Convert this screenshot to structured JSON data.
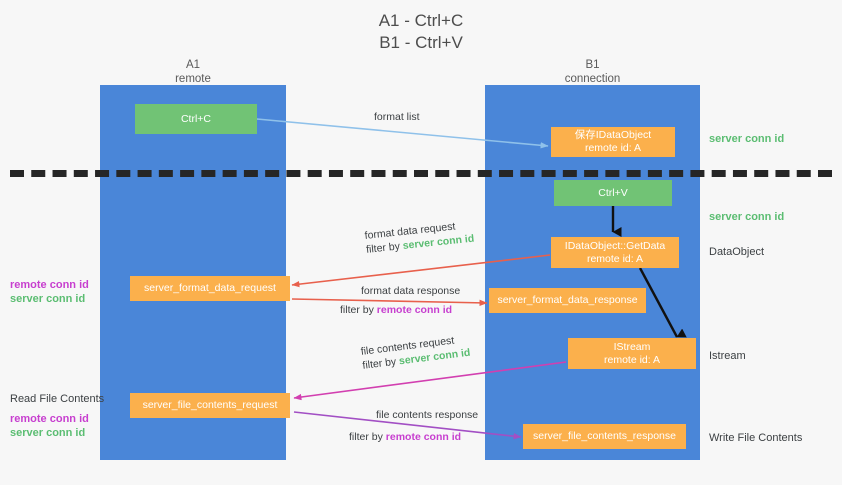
{
  "title": {
    "line1": "A1 - Ctrl+C",
    "line2": "B1 - Ctrl+V"
  },
  "columns": [
    {
      "id": "a1",
      "name": "A1",
      "role": "remote"
    },
    {
      "id": "b1",
      "name": "B1",
      "role": "connection"
    }
  ],
  "nodes": [
    {
      "id": "ctrl-c",
      "label": "Ctrl+C",
      "color": "green"
    },
    {
      "id": "save-idataobject",
      "label": "保存IDataObject\nremote id: A",
      "color": "orange"
    },
    {
      "id": "ctrl-v",
      "label": "Ctrl+V",
      "color": "green"
    },
    {
      "id": "idataobject-getdata",
      "label": "IDataObject::GetData\nremote id: A",
      "color": "orange"
    },
    {
      "id": "server-format-data-request",
      "label": "server_format_data_request",
      "color": "orange"
    },
    {
      "id": "server-format-data-response",
      "label": "server_format_data_response",
      "color": "orange"
    },
    {
      "id": "istream",
      "label": "IStream\nremote id: A",
      "color": "orange"
    },
    {
      "id": "server-file-contents-request",
      "label": "server_file_contents_request",
      "color": "orange"
    },
    {
      "id": "server-file-contents-response",
      "label": "server_file_contents_response",
      "color": "orange"
    }
  ],
  "edges": [
    {
      "id": "format-list",
      "label": "format list",
      "filter_prefix": "",
      "filter_value": "",
      "filter_kind": ""
    },
    {
      "id": "format-data-request",
      "label": "format data request",
      "filter_prefix": "filter by ",
      "filter_value": "server conn id",
      "filter_kind": "server"
    },
    {
      "id": "format-data-response",
      "label": "format data response",
      "filter_prefix": "filter by ",
      "filter_value": "remote conn id",
      "filter_kind": "remote"
    },
    {
      "id": "file-contents-request",
      "label": "file contents request",
      "filter_prefix": "filter by ",
      "filter_value": "server conn id",
      "filter_kind": "server"
    },
    {
      "id": "file-contents-response",
      "label": "file contents response",
      "filter_prefix": "filter by ",
      "filter_value": "remote conn id",
      "filter_kind": "remote"
    }
  ],
  "annotations": {
    "right": [
      {
        "id": "server-conn-id-top",
        "text": "server conn id",
        "kind": "green"
      },
      {
        "id": "server-conn-id-second",
        "text": "server conn id",
        "kind": "green"
      },
      {
        "id": "dataobject",
        "text": "DataObject",
        "kind": "plain"
      },
      {
        "id": "istream-label",
        "text": "Istream",
        "kind": "plain"
      },
      {
        "id": "write-file-contents",
        "text": "Write File Contents",
        "kind": "plain"
      }
    ],
    "left": [
      {
        "id": "remote-conn-id-format",
        "text": "remote conn id",
        "kind": "purple"
      },
      {
        "id": "server-conn-id-format",
        "text": "server conn id",
        "kind": "green"
      },
      {
        "id": "read-file-contents",
        "text": "Read File Contents",
        "kind": "plain"
      },
      {
        "id": "remote-conn-id-file",
        "text": "remote conn id",
        "kind": "purple"
      },
      {
        "id": "server-conn-id-file",
        "text": "server conn id",
        "kind": "green"
      }
    ]
  },
  "colors": {
    "lane": "#4a86d8",
    "green_node": "#71c375",
    "orange_node": "#fbb04c",
    "server_conn_id": "#5bbd72",
    "remote_conn_id": "#c73fcf",
    "arrow_light_blue": "#8fc1ea",
    "arrow_red": "#e8604c",
    "arrow_magenta": "#c73fcf",
    "arrow_purple": "#a24fc4",
    "arrow_black": "#111111",
    "background": "#f7f7f7",
    "separator": "#262626"
  }
}
